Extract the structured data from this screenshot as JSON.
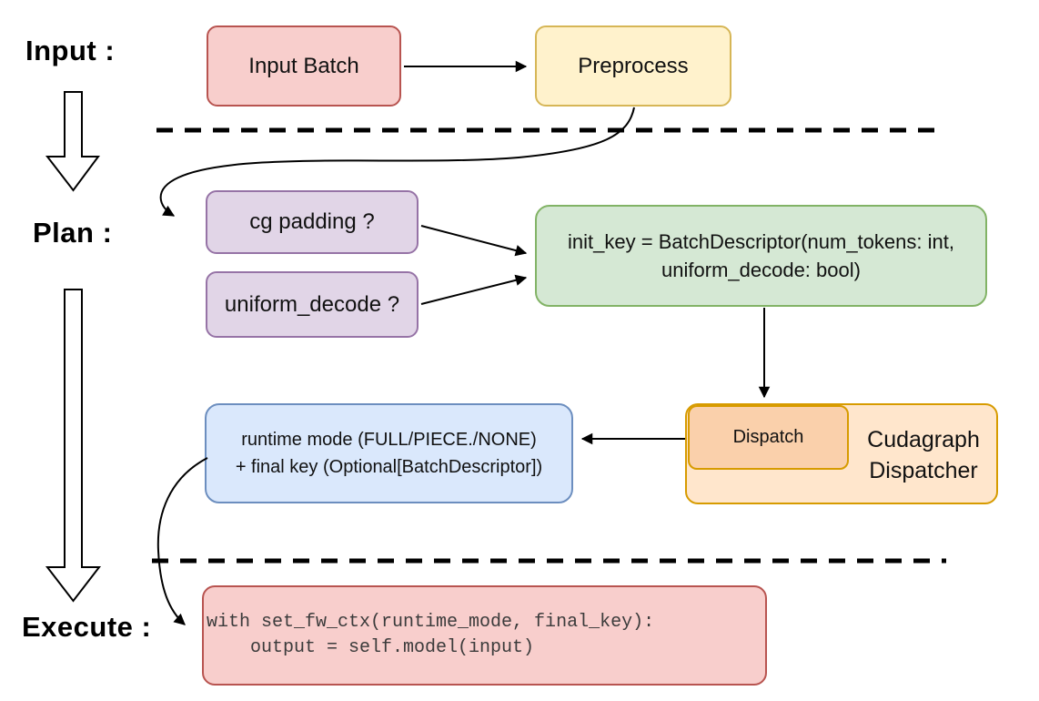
{
  "labels": {
    "input": "Input :",
    "plan": "Plan :",
    "execute": "Execute :"
  },
  "nodes": {
    "input_batch": {
      "label": "Input Batch"
    },
    "preprocess": {
      "label": "Preprocess"
    },
    "cg_padding": {
      "label": "cg padding ?"
    },
    "uniform_decode": {
      "label": "uniform_decode ?"
    },
    "init_key": {
      "lines": [
        "init_key = BatchDescriptor(num_tokens: int,",
        "uniform_decode: bool)"
      ]
    },
    "runtime_mode": {
      "lines": [
        "runtime mode (FULL/PIECE./NONE)",
        "+ final key (Optional[BatchDescriptor])"
      ]
    },
    "dispatch": {
      "label": "Dispatch"
    },
    "cudagraph_dispatcher": {
      "lines": [
        "Cudagraph",
        "Dispatcher"
      ]
    },
    "execute_code": {
      "lines": [
        "with set_fw_ctx(runtime_mode, final_key):",
        "    output = self.model(input)"
      ]
    }
  },
  "colors": {
    "red_fill": "#f8cecc",
    "red_stroke": "#b85450",
    "yellow_fill": "#fff2cc",
    "yellow_stroke": "#d6b656",
    "purple_fill": "#e1d5e7",
    "purple_stroke": "#9673a6",
    "green_fill": "#d5e8d4",
    "green_stroke": "#82b366",
    "blue_fill": "#dae8fc",
    "blue_stroke": "#6c8ebf",
    "orange_fill": "#ffe6cc",
    "orange_inner_fill": "#fad0ab",
    "orange_stroke": "#d79b00",
    "arrow": "#000000",
    "code_text": "#3b3b3b"
  }
}
